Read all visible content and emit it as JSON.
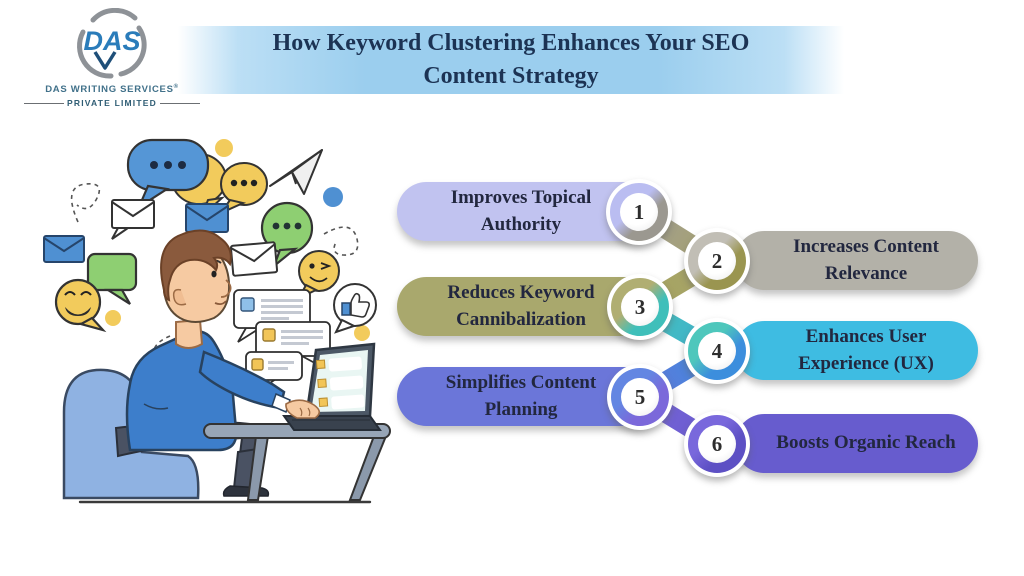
{
  "logo": {
    "monogram": "DAS",
    "company": "DAS WRITING SERVICES",
    "registered_mark": "®",
    "subtitle": "PRIVATE LIMITED"
  },
  "header": {
    "title_line1": "How Keyword Clustering Enhances Your SEO",
    "title_line2": "Content Strategy"
  },
  "benefits": [
    {
      "number": "1",
      "label": "Improves Topical Authority",
      "color": "#c1c3f0",
      "side": "left"
    },
    {
      "number": "2",
      "label": "Increases Content Relevance",
      "color": "#b3b1a8",
      "side": "right"
    },
    {
      "number": "3",
      "label": "Reduces Keyword Cannibalization",
      "color": "#a9a86d",
      "side": "left"
    },
    {
      "number": "4",
      "label": "Enhances User Experience (UX)",
      "color": "#3ebce2",
      "side": "right"
    },
    {
      "number": "5",
      "label": "Simplifies Content Planning",
      "color": "#6b76d9",
      "side": "left"
    },
    {
      "number": "6",
      "label": "Boosts Organic Reach",
      "color": "#675cce",
      "side": "right"
    }
  ],
  "colors": {
    "banner_blue": "#9bceee",
    "title_text": "#1c3354",
    "pill_text": "#22273f",
    "logo_blue": "#2a7cba",
    "logo_gray": "#8e9297"
  }
}
